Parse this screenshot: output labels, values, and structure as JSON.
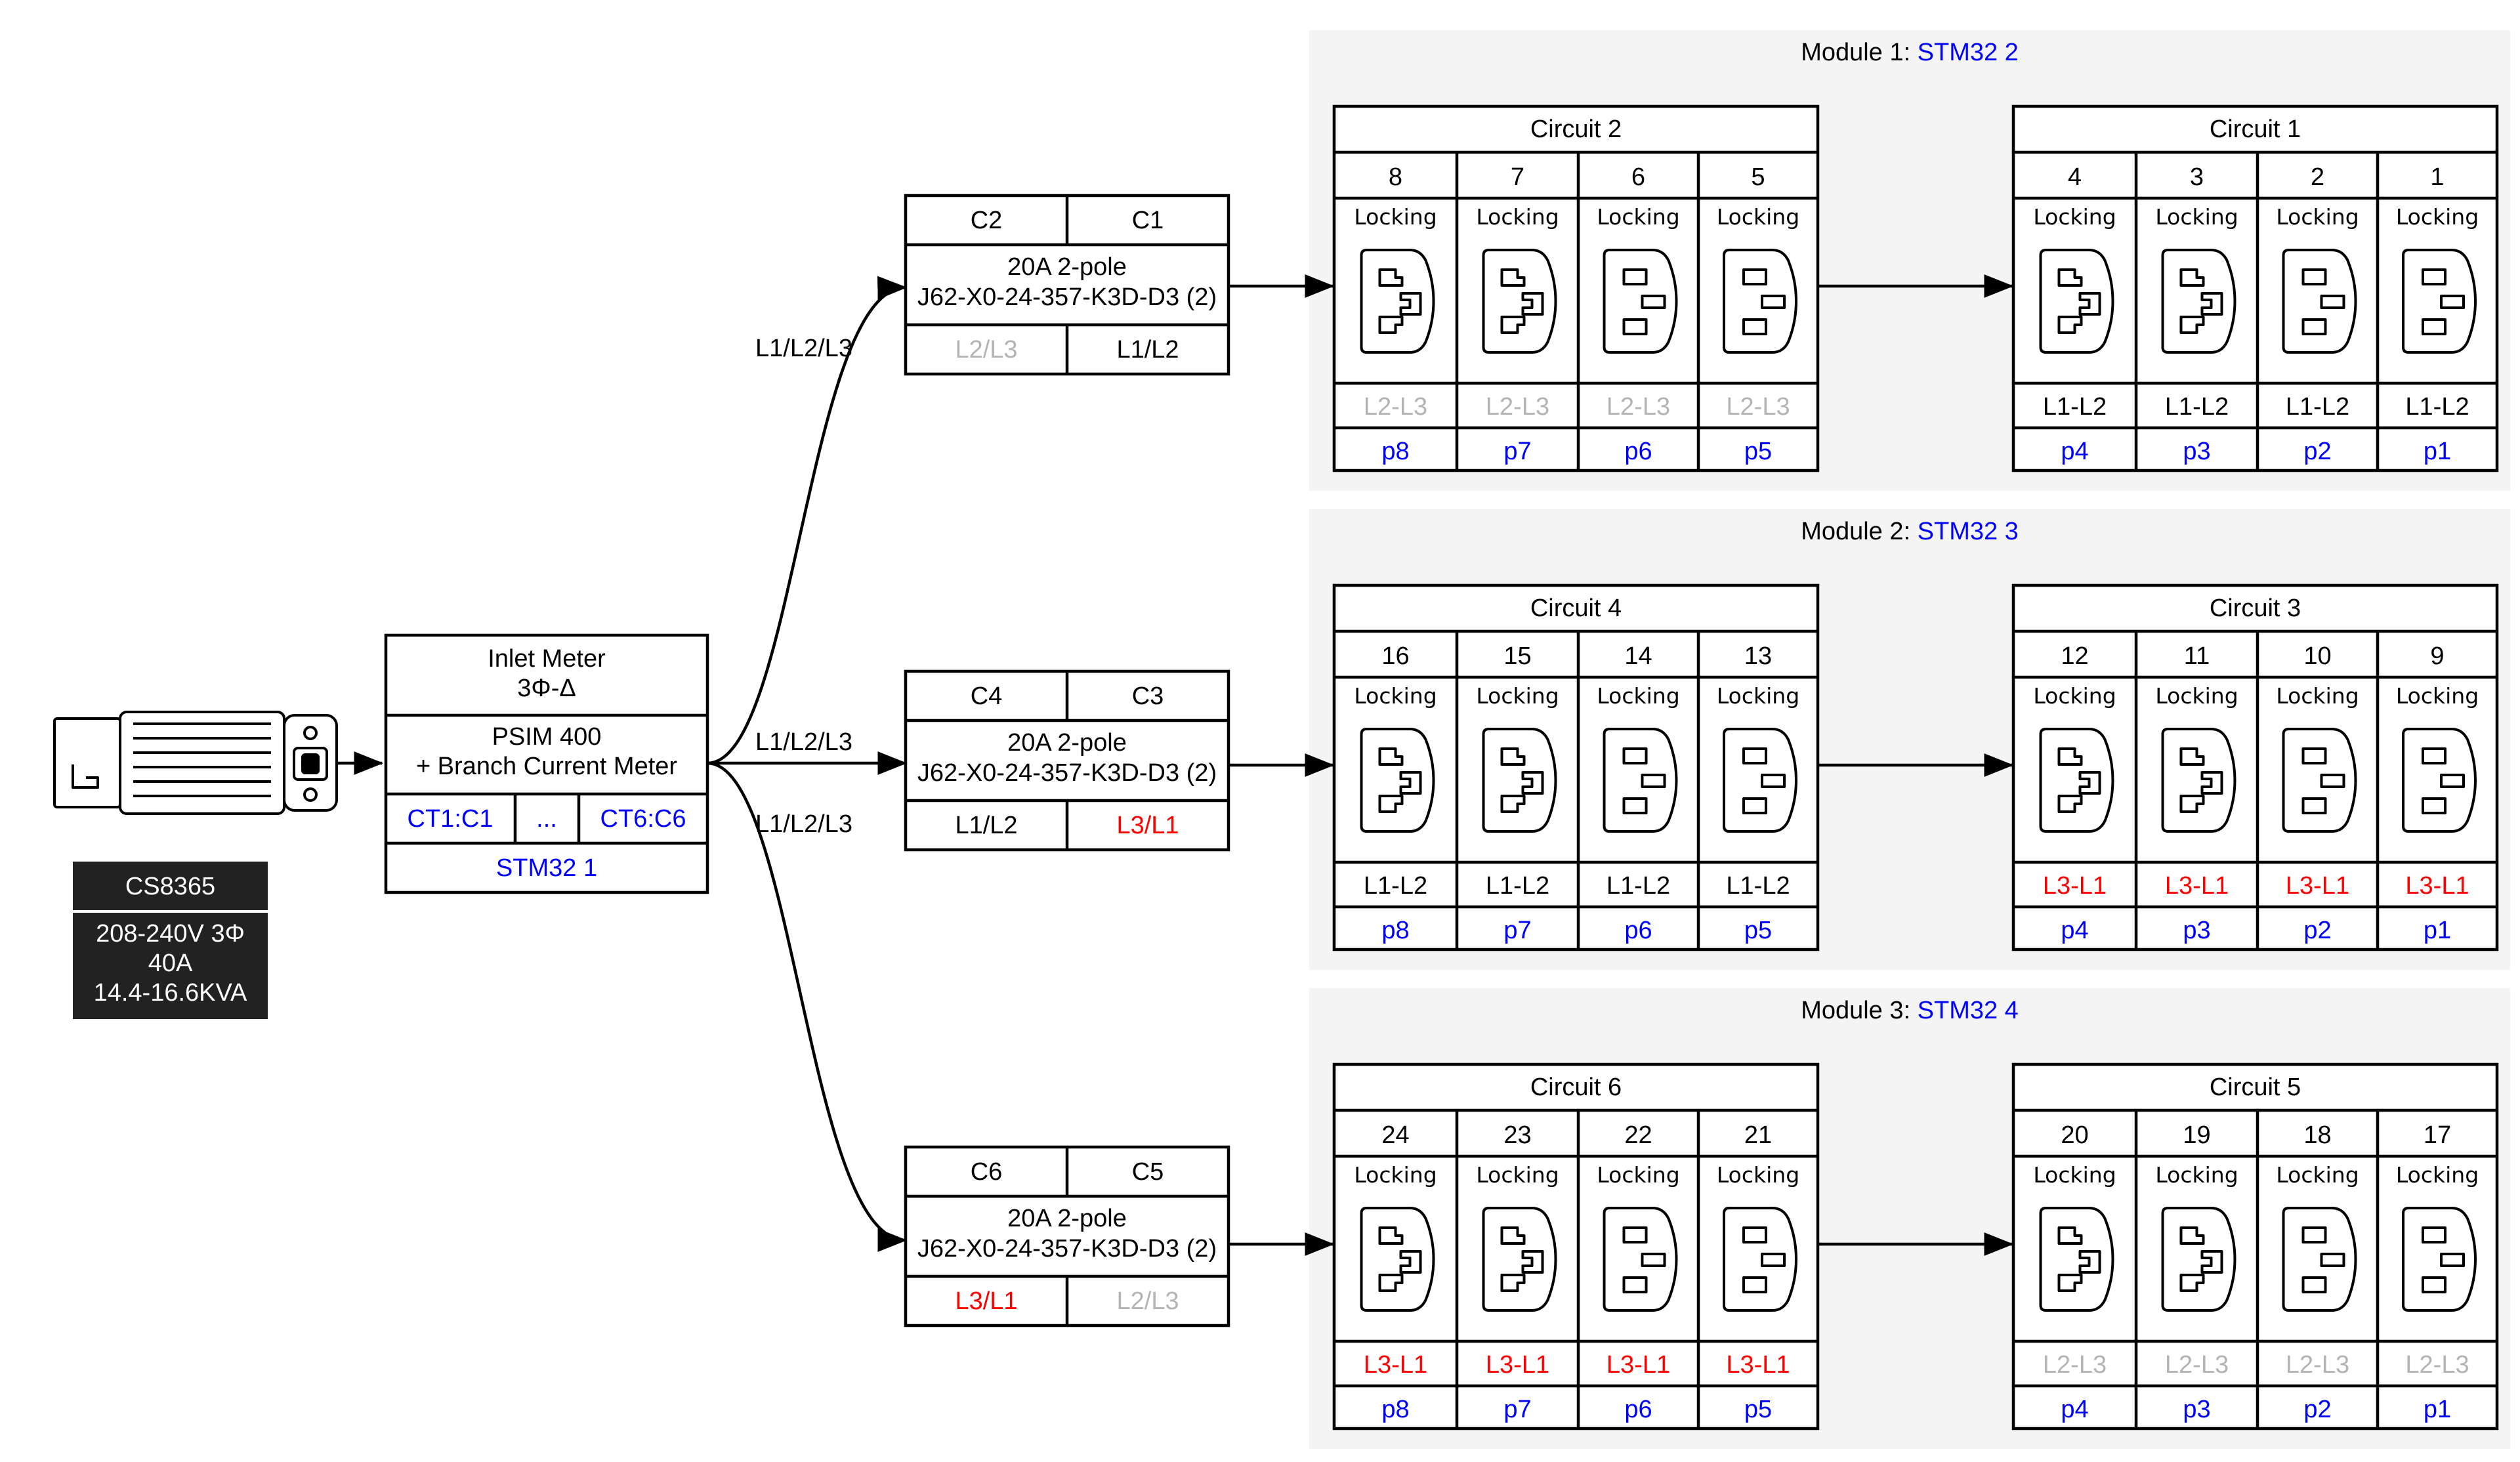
{
  "plug": {
    "model": "CS8365",
    "specs": [
      "208-240V 3Φ",
      "40A",
      "14.4-16.6KVA"
    ],
    "icon": "locking-plug-icon"
  },
  "inlet_meter": {
    "title_lines": [
      "Inlet Meter",
      "3Φ-Δ"
    ],
    "meter_lines": [
      "PSIM 400",
      "+ Branch Current Meter"
    ],
    "ct_cells": [
      "CT1:C1",
      "...",
      "CT6:C6"
    ],
    "controller": "STM32 1"
  },
  "feed_labels": [
    "L1/L2/L3",
    "L1/L2/L3",
    "L1/L2/L3"
  ],
  "breakers": [
    {
      "circuits": [
        "C2",
        "C1"
      ],
      "lines": [
        "20A 2-pole",
        "J62-X0-24-357-K3D-D3 (2)"
      ],
      "phases": [
        {
          "text": "L2/L3",
          "color": "gray"
        },
        {
          "text": "L1/L2",
          "color": "black"
        }
      ]
    },
    {
      "circuits": [
        "C4",
        "C3"
      ],
      "lines": [
        "20A 2-pole",
        "J62-X0-24-357-K3D-D3 (2)"
      ],
      "phases": [
        {
          "text": "L1/L2",
          "color": "black"
        },
        {
          "text": "L3/L1",
          "color": "red"
        }
      ]
    },
    {
      "circuits": [
        "C6",
        "C5"
      ],
      "lines": [
        "20A 2-pole",
        "J62-X0-24-357-K3D-D3 (2)"
      ],
      "phases": [
        {
          "text": "L3/L1",
          "color": "red"
        },
        {
          "text": "L2/L3",
          "color": "gray"
        }
      ]
    }
  ],
  "modules": [
    {
      "label": "Module 1:",
      "controller": "STM32 2",
      "circuits": [
        {
          "title": "Circuit 2",
          "outlets": [
            "8",
            "7",
            "6",
            "5"
          ],
          "type": "Locking",
          "phase": "L2-L3",
          "phase_color": "gray",
          "ports": [
            "p8",
            "p7",
            "p6",
            "p5"
          ]
        },
        {
          "title": "Circuit 1",
          "outlets": [
            "4",
            "3",
            "2",
            "1"
          ],
          "type": "Locking",
          "phase": "L1-L2",
          "phase_color": "black",
          "ports": [
            "p4",
            "p3",
            "p2",
            "p1"
          ]
        }
      ]
    },
    {
      "label": "Module 2:",
      "controller": "STM32 3",
      "circuits": [
        {
          "title": "Circuit 4",
          "outlets": [
            "16",
            "15",
            "14",
            "13"
          ],
          "type": "Locking",
          "phase": "L1-L2",
          "phase_color": "black",
          "ports": [
            "p8",
            "p7",
            "p6",
            "p5"
          ]
        },
        {
          "title": "Circuit 3",
          "outlets": [
            "12",
            "11",
            "10",
            "9"
          ],
          "type": "Locking",
          "phase": "L3-L1",
          "phase_color": "red",
          "ports": [
            "p4",
            "p3",
            "p2",
            "p1"
          ]
        }
      ]
    },
    {
      "label": "Module 3:",
      "controller": "STM32 4",
      "circuits": [
        {
          "title": "Circuit 6",
          "outlets": [
            "24",
            "23",
            "22",
            "21"
          ],
          "type": "Locking",
          "phase": "L3-L1",
          "phase_color": "red",
          "ports": [
            "p8",
            "p7",
            "p6",
            "p5"
          ]
        },
        {
          "title": "Circuit 5",
          "outlets": [
            "20",
            "19",
            "18",
            "17"
          ],
          "type": "Locking",
          "phase": "L2-L3",
          "phase_color": "gray",
          "ports": [
            "p4",
            "p3",
            "p2",
            "p1"
          ]
        }
      ]
    }
  ],
  "colors": {
    "link_blue": "#0000ff",
    "phase_red": "#ff0000",
    "phase_gray": "#b4b4b4",
    "plug_box": "#222222",
    "module_bg": "#f4f4f4"
  },
  "icons": {
    "outlet_c19": "outlet-c19-icon",
    "outlet_c13": "outlet-c13-icon"
  }
}
